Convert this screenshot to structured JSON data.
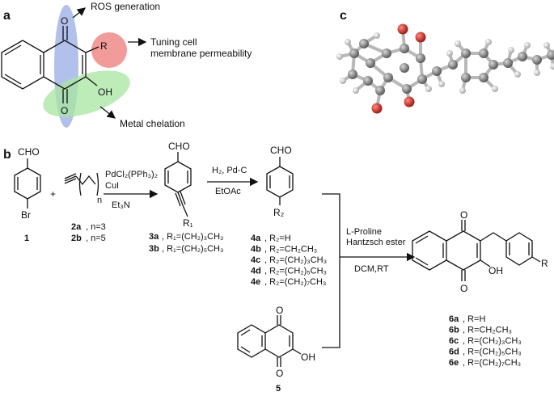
{
  "panels": {
    "a": "a",
    "b": "b",
    "c": "c"
  },
  "panel_a": {
    "ros_generation": "ROS generation",
    "tuning_line1": "Tuning cell",
    "tuning_line2": "membrane permeability",
    "metal_chelation": "Metal chelation",
    "atom_o_top": "O",
    "atom_o_bottom": "O",
    "atom_r": "R",
    "atom_oh": "OH",
    "colors": {
      "blue_oval": "#9fb2e6",
      "red_oval": "#f08a8a",
      "green_oval": "#a8e6a0"
    }
  },
  "panel_b": {
    "cho": "CHO",
    "br": "Br",
    "plus": "+",
    "n_sub": "n",
    "compound_1": "1",
    "compound_2a": "2a",
    "compound_2a_desc": ", n=3",
    "compound_2b": "2b",
    "compound_2b_desc": ", n=5",
    "reagent_1a": "PdCl₂(PPh₃)₂",
    "reagent_1b": "CuI",
    "reagent_1c": "Et₃N",
    "r1": "R₁",
    "compound_3a": "3a",
    "compound_3a_desc": ",  R₁=(CH₂)₃CH₃",
    "compound_3b": "3b",
    "compound_3b_desc": ",  R₁=(CH₂)₅CH₃",
    "reagent_2a": "H₂, Pd-C",
    "reagent_2b": "EtOAc",
    "r2": "R₂",
    "series_4": [
      {
        "id": "4a",
        "desc": ",  R₂=H"
      },
      {
        "id": "4b",
        "desc": ",  R₂=CH₂CH₃"
      },
      {
        "id": "4c",
        "desc": ",  R₂=(CH₂)₃CH₃"
      },
      {
        "id": "4d",
        "desc": ",  R₂=(CH₂)₅CH₃"
      },
      {
        "id": "4e",
        "desc": ",  R₂=(CH₂)₇CH₃"
      }
    ],
    "reagent_3a": "L-Proline",
    "reagent_3b": "Hantzsch ester",
    "reagent_3c": "DCM,RT",
    "product_o_top": "O",
    "product_o_bottom": "O",
    "product_oh": "OH",
    "product_r": "R",
    "lawsone_o_top": "O",
    "lawsone_o_bottom": "O",
    "lawsone_oh": "OH",
    "compound_5": "5",
    "series_6": [
      {
        "id": "6a",
        "desc": ",  R=H"
      },
      {
        "id": "6b",
        "desc": ",  R=CH₂CH₃"
      },
      {
        "id": "6c",
        "desc": ",  R=(CH₂)₃CH₃"
      },
      {
        "id": "6d",
        "desc": ",  R=(CH₂)₅CH₃"
      },
      {
        "id": "6e",
        "desc": ",  R=(CH₂)₇CH₃"
      }
    ]
  },
  "panel_c": {
    "atom_colors": {
      "carbon": "#7a7a7a",
      "oxygen": "#c0291f",
      "hydrogen": "#e4e4e4"
    }
  }
}
